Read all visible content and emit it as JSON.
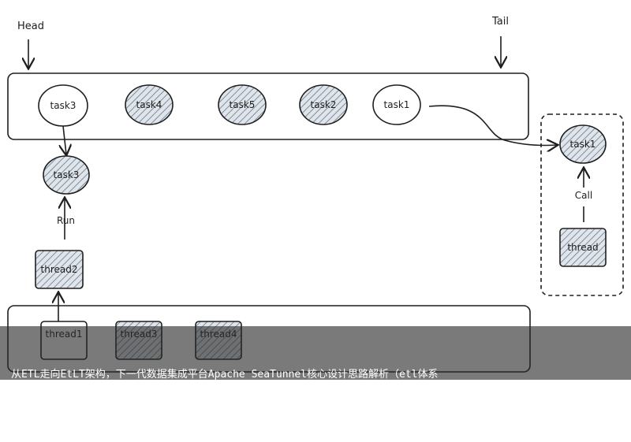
{
  "labels": {
    "head": "Head",
    "tail": "Tail",
    "run": "Run",
    "call": "Call"
  },
  "queue_tasks": [
    "task3",
    "task4",
    "task5",
    "task2",
    "task1"
  ],
  "queue_task_hatched": [
    false,
    true,
    true,
    true,
    false
  ],
  "dequeued_task": "task3",
  "called_task": "task1",
  "threads": {
    "worker": "thread2",
    "caller": "thread"
  },
  "bottom_pool": [
    "thread1",
    "thread3",
    "thread4"
  ],
  "caption": {
    "line1": "从ETL走向EtLT架构，下一代数据集成平台Apache SeaTunnel核心设计思路解析（etl体系",
    "line2": "）"
  },
  "colors": {
    "stroke": "#1e1e1e",
    "hatch_fill": "#c9d3dc",
    "caption_bg": "#3a3a3a"
  }
}
